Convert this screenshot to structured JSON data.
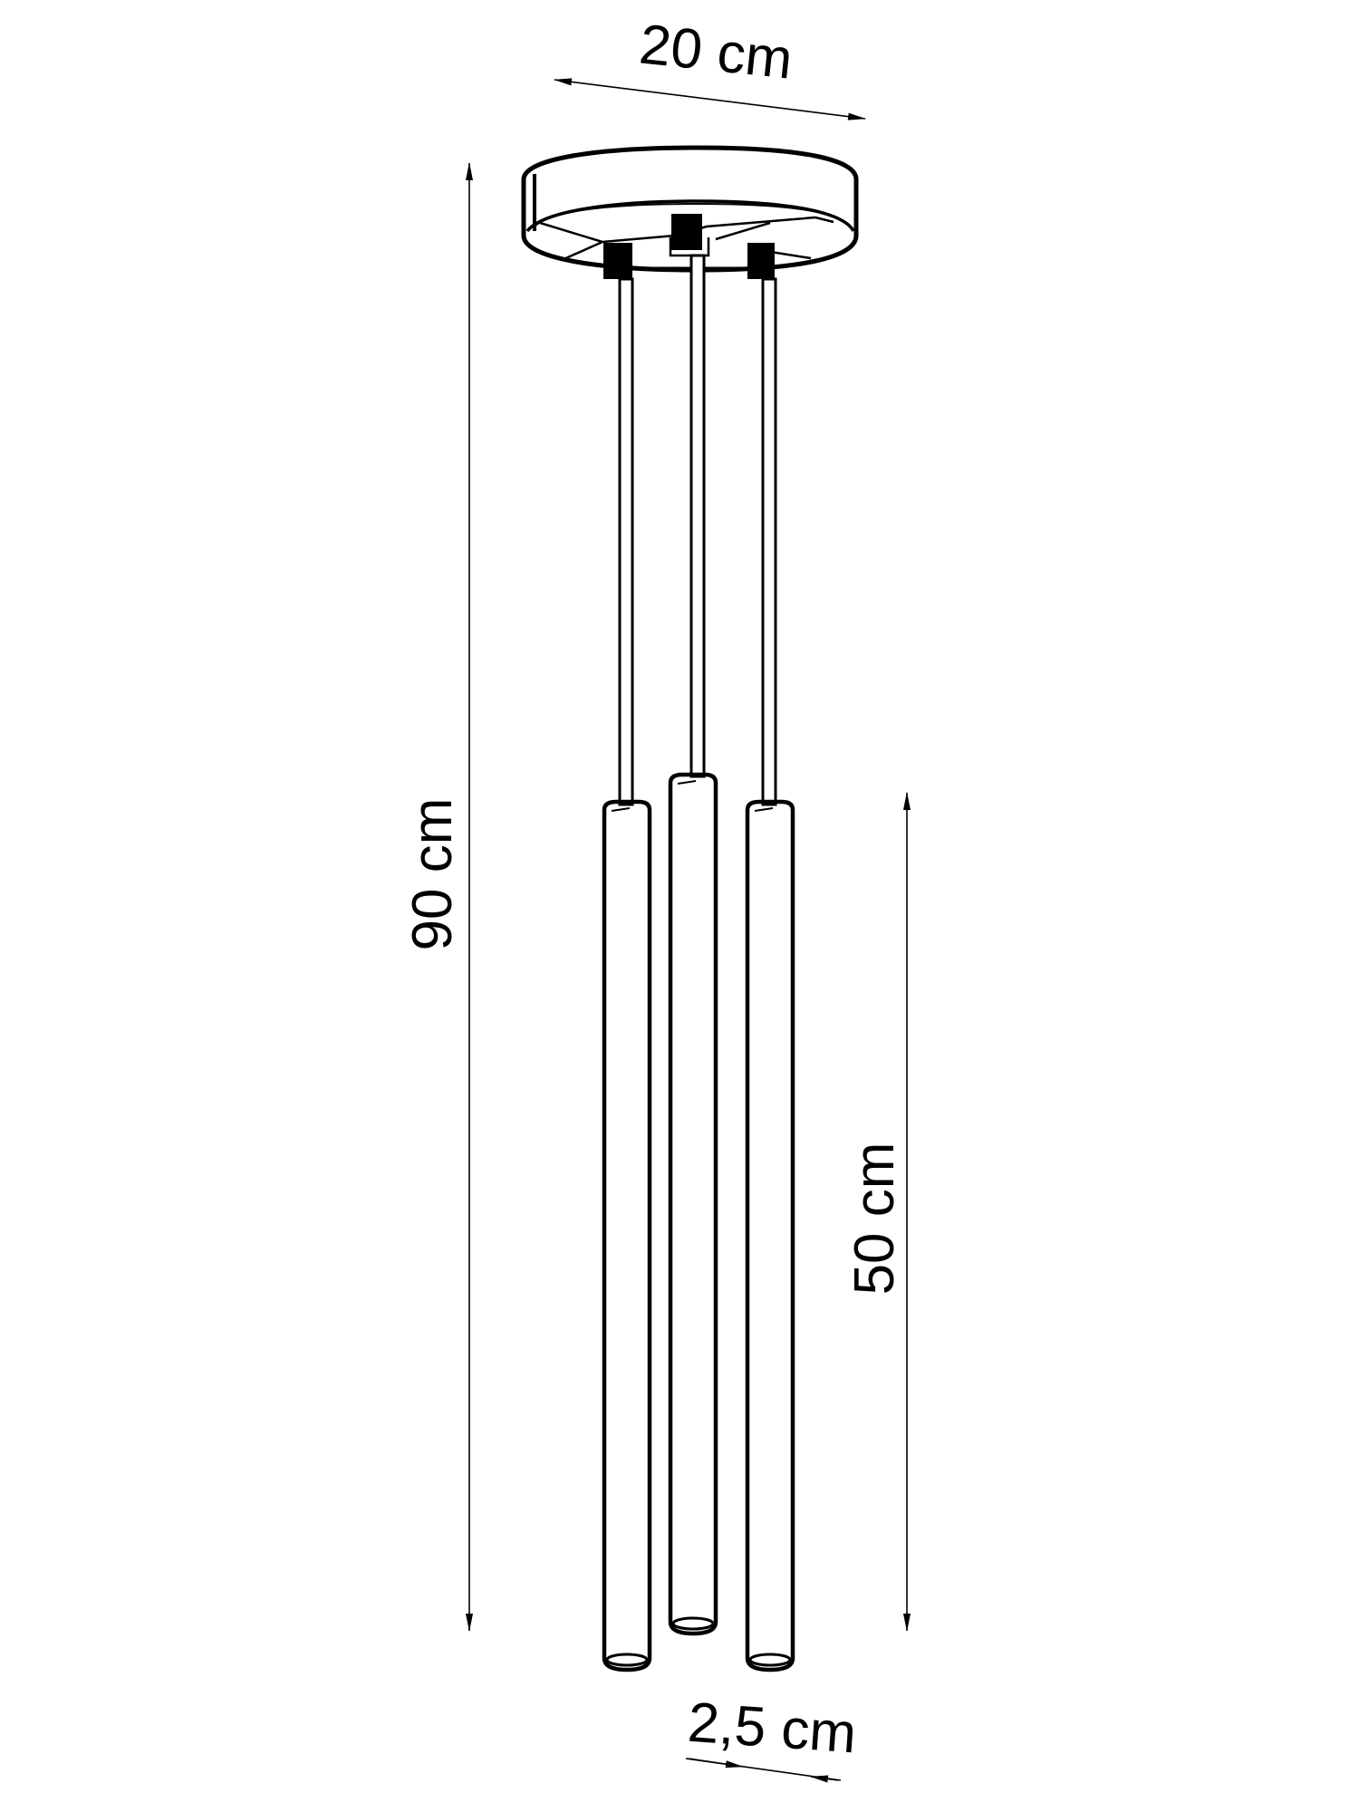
{
  "diagram": {
    "type": "technical-dimension-drawing",
    "subject": "3-light pendant lamp with round ceiling canopy and cylindrical tube shades",
    "colors": {
      "line": "#000000",
      "background": "#ffffff"
    },
    "dimensions": {
      "canopy_diameter": {
        "label": "20 cm",
        "value": 20,
        "unit": "cm"
      },
      "total_height": {
        "label": "90 cm",
        "value": 90,
        "unit": "cm"
      },
      "shade_length": {
        "label": "50 cm",
        "value": 50,
        "unit": "cm"
      },
      "shade_diameter": {
        "label": "2,5 cm",
        "value": 2.5,
        "unit": "cm"
      }
    },
    "components": {
      "canopy": "round ceiling canopy",
      "sockets": [
        "left-socket",
        "center-socket",
        "right-socket"
      ],
      "cords": [
        "left-cord",
        "center-cord",
        "right-cord"
      ],
      "shades": [
        "left-tube",
        "center-tube",
        "right-tube"
      ]
    }
  }
}
